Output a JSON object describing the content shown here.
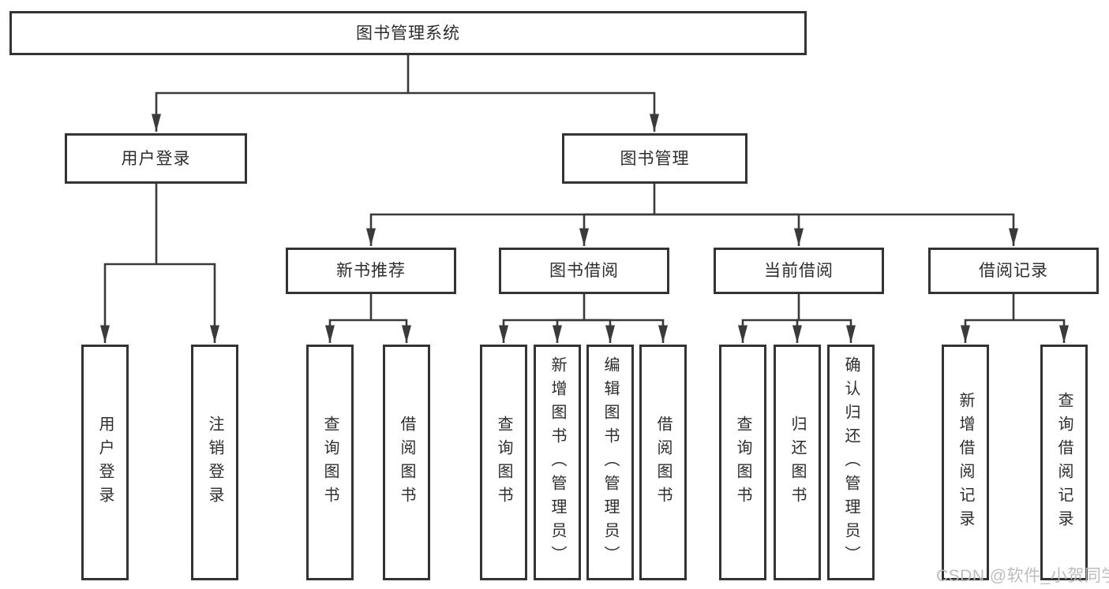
{
  "diagram": {
    "root": {
      "label": "图书管理系统"
    },
    "level1": {
      "user_login": {
        "label": "用户登录"
      },
      "book_management": {
        "label": "图书管理"
      }
    },
    "level2": {
      "new_book_recommend": {
        "label": "新书推荐"
      },
      "book_borrow": {
        "label": "图书借阅"
      },
      "current_borrow": {
        "label": "当前借阅"
      },
      "borrow_records": {
        "label": "借阅记录"
      }
    },
    "level3": {
      "user_login_leaf": {
        "label": "用户登录"
      },
      "logout_leaf": {
        "label": "注销登录"
      },
      "recommend_query_books": {
        "label": "查询图书"
      },
      "recommend_borrow_books": {
        "label": "借阅图书"
      },
      "borrow_query_books": {
        "label": "查询图书"
      },
      "borrow_add_books_admin": {
        "label": "新增图书（管理员）"
      },
      "borrow_edit_books_admin": {
        "label": "编辑图书（管理员）"
      },
      "borrow_borrow_books": {
        "label": "借阅图书"
      },
      "current_query_books": {
        "label": "查询图书"
      },
      "current_return_books": {
        "label": "归还图书"
      },
      "current_confirm_return_admin": {
        "label": "确认归还（管理员）"
      },
      "records_add_record": {
        "label": "新增借阅记录"
      },
      "records_query_record": {
        "label": "查询借阅记录"
      }
    },
    "edges": [
      [
        "root",
        "user_login"
      ],
      [
        "root",
        "book_management"
      ],
      [
        "user_login",
        "user_login_leaf"
      ],
      [
        "user_login",
        "logout_leaf"
      ],
      [
        "book_management",
        "new_book_recommend"
      ],
      [
        "book_management",
        "book_borrow"
      ],
      [
        "book_management",
        "current_borrow"
      ],
      [
        "book_management",
        "borrow_records"
      ],
      [
        "new_book_recommend",
        "recommend_query_books"
      ],
      [
        "new_book_recommend",
        "recommend_borrow_books"
      ],
      [
        "book_borrow",
        "borrow_query_books"
      ],
      [
        "book_borrow",
        "borrow_add_books_admin"
      ],
      [
        "book_borrow",
        "borrow_edit_books_admin"
      ],
      [
        "book_borrow",
        "borrow_borrow_books"
      ],
      [
        "current_borrow",
        "current_query_books"
      ],
      [
        "current_borrow",
        "current_return_books"
      ],
      [
        "current_borrow",
        "current_confirm_return_admin"
      ],
      [
        "borrow_records",
        "records_add_record"
      ],
      [
        "borrow_records",
        "records_query_record"
      ]
    ]
  },
  "watermark": {
    "text": "CSDN @软件_小贺同学"
  },
  "colors": {
    "line": "#3a3a3a",
    "box_border": "#333333",
    "text": "#2d2d2d",
    "watermark": "#b9b9b9",
    "background": "#ffffff"
  }
}
